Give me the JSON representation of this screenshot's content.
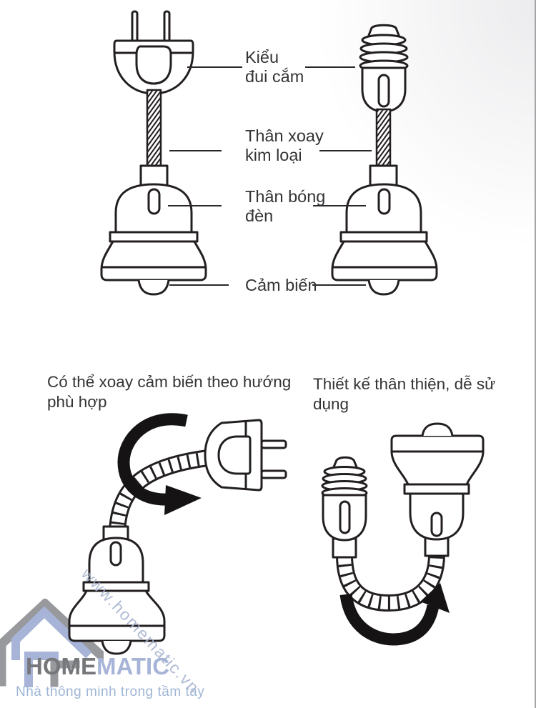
{
  "colors": {
    "line_art": "#231f20",
    "label_text": "#333436",
    "leader_line": "#29272b",
    "logo_gray": "#76777a",
    "logo_blue": "#a7b4d7",
    "tagline_blue": "#9fb6d6",
    "watermark_blue": "#a4b0cd",
    "background_shade": "#ececee",
    "right_border": "#a5a5a7"
  },
  "part_labels": {
    "plug_type": "Kiểu\nđui cắm",
    "metal_swivel_neck": "Thân xoay\nkim loại",
    "lamp_body": "Thân bóng\nđèn",
    "sensor": "Cảm biến"
  },
  "captions": {
    "rotate_sensor": "Có thể xoay cảm biến theo hướng\nphù hợp",
    "friendly_design": "Thiết kế thân thiện, dễ sử dụng"
  },
  "logo": {
    "brand_primary": "HOME",
    "brand_secondary": "MATIC",
    "tagline": "Nhà thông minh trong tầm tay",
    "watermark": "www.homematic.vn"
  }
}
